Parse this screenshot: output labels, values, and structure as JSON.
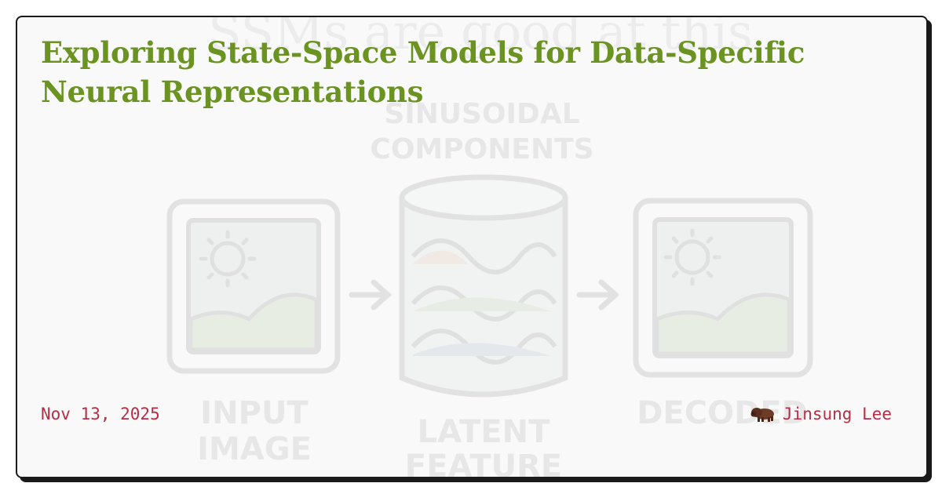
{
  "post": {
    "title": "Exploring State-Space Models for Data-Specific Neural Representations",
    "date": "Nov 13, 2025",
    "author": "Jinsung Lee"
  },
  "illustration": {
    "caption": "SSMs are good at this",
    "components_label": [
      "SINUSOIDAL",
      "COMPONENTS"
    ],
    "input_label": [
      "INPUT",
      "IMAGE"
    ],
    "latent_label": [
      "LATENT",
      "FEATURE"
    ],
    "decoded_label": "DECODED"
  },
  "colors": {
    "title": "#6b9322",
    "meta": "#b52e45",
    "card_border": "#1a1a1a",
    "card_bg": "#f9f9f9"
  },
  "icons": {
    "author": "bison-icon"
  }
}
